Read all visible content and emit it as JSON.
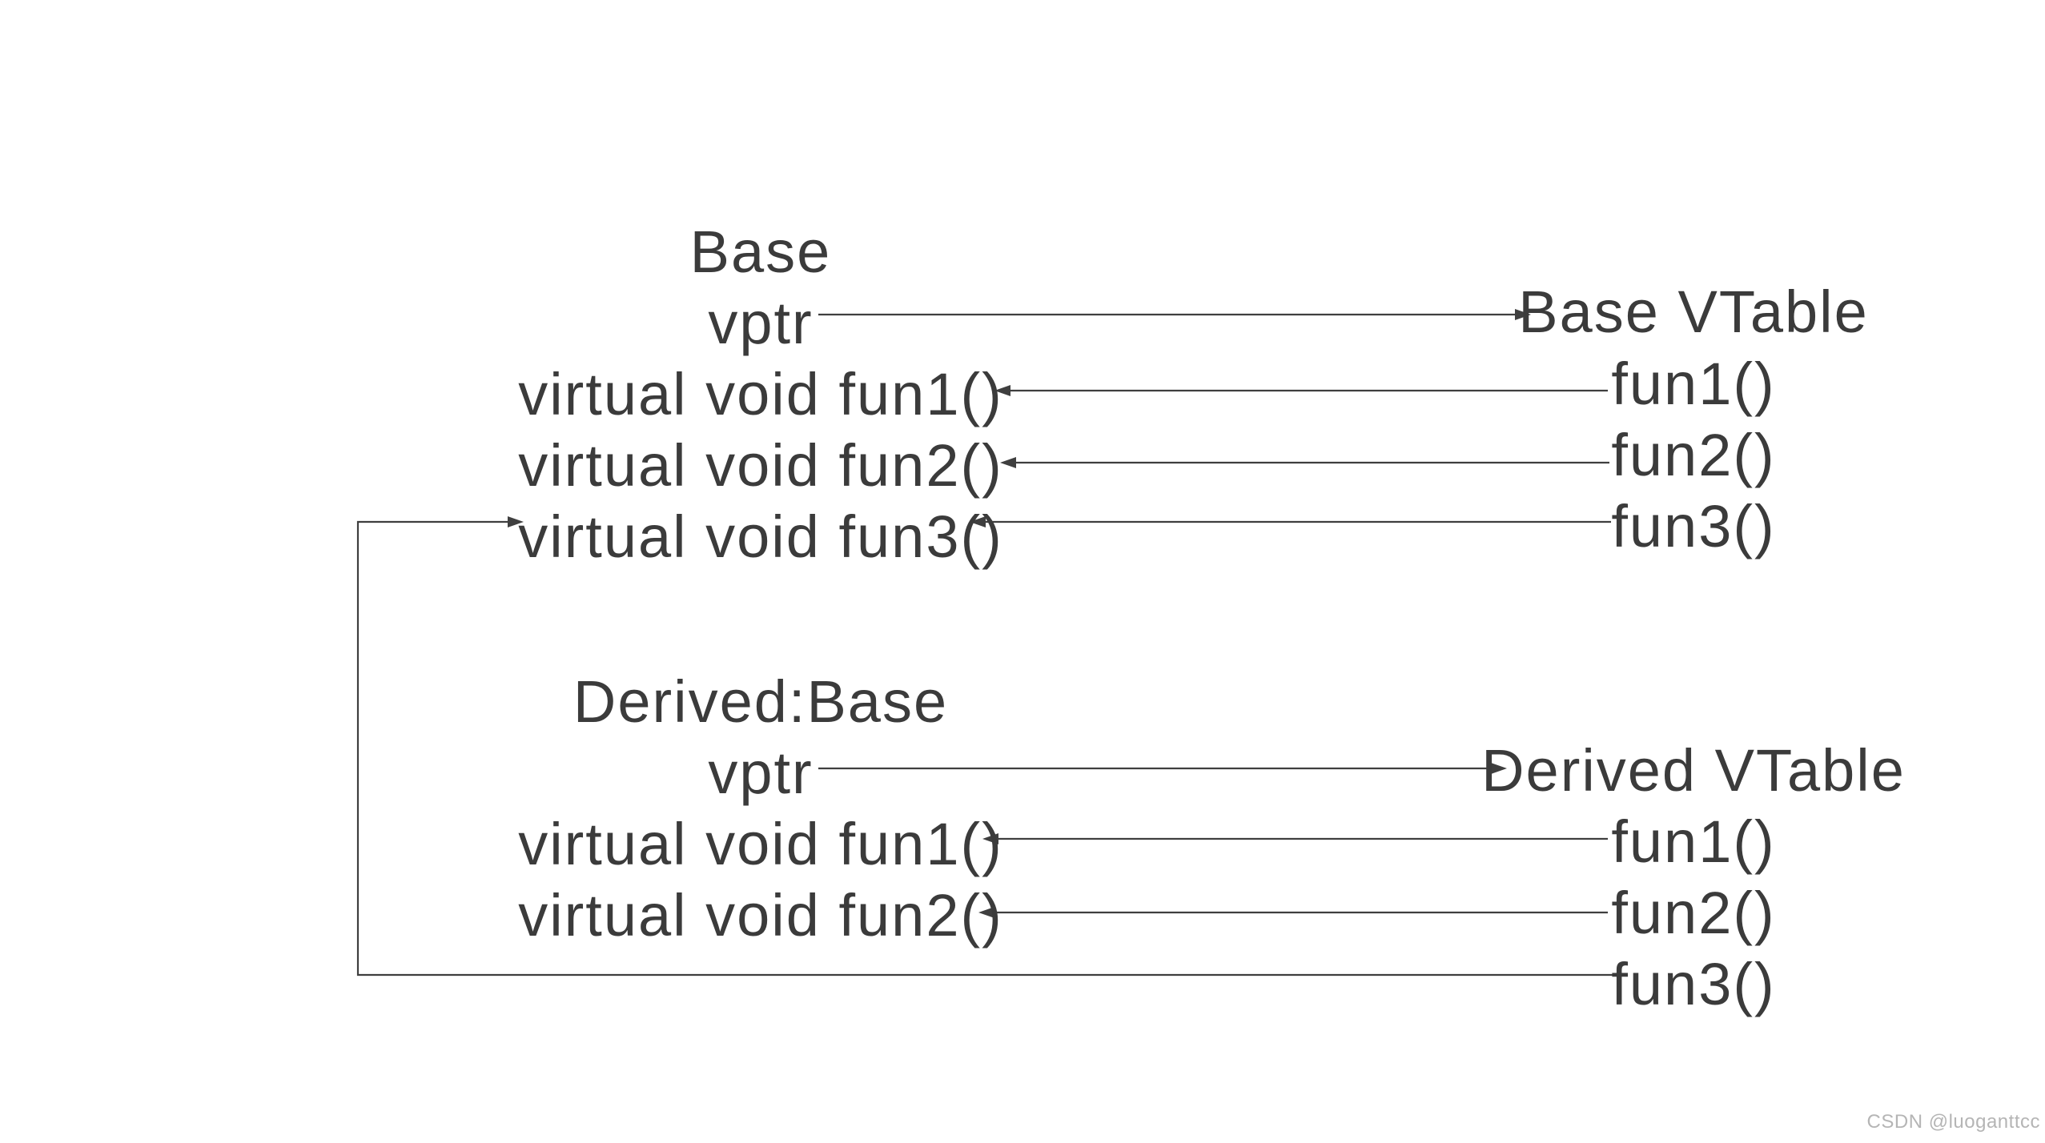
{
  "diagram": {
    "base_class": {
      "title": "Base",
      "rows": [
        "vptr",
        "virtual void fun1()",
        "virtual void fun2()",
        "virtual void fun3()"
      ]
    },
    "base_vtable": {
      "title": "Base VTable",
      "rows": [
        "fun1()",
        "fun2()",
        "fun3()"
      ]
    },
    "derived_class": {
      "title": "Derived:Base",
      "rows": [
        "vptr",
        "virtual void fun1()",
        "virtual void fun2()"
      ]
    },
    "derived_vtable": {
      "title": "Derived VTable",
      "rows": [
        "fun1()",
        "fun2()",
        "fun3()"
      ]
    },
    "arrows": [
      {
        "from": "Base vptr",
        "to": "Base VTable"
      },
      {
        "from": "Base VTable fun1()",
        "to": "Base virtual void fun1()"
      },
      {
        "from": "Base VTable fun2()",
        "to": "Base virtual void fun2()"
      },
      {
        "from": "Base VTable fun3()",
        "to": "Base virtual void fun3()"
      },
      {
        "from": "Derived vptr",
        "to": "Derived VTable"
      },
      {
        "from": "Derived VTable fun1()",
        "to": "Derived virtual void fun1()"
      },
      {
        "from": "Derived VTable fun2()",
        "to": "Derived virtual void fun2()"
      },
      {
        "from": "Derived VTable fun3()",
        "to": "Base virtual void fun3()"
      }
    ],
    "colors": {
      "background": "#ffffff",
      "text": "#3b3b3b",
      "line": "#3f3f3f",
      "watermark": "#b5b5b5"
    }
  },
  "watermark": {
    "text": "CSDN @luoganttcc"
  }
}
